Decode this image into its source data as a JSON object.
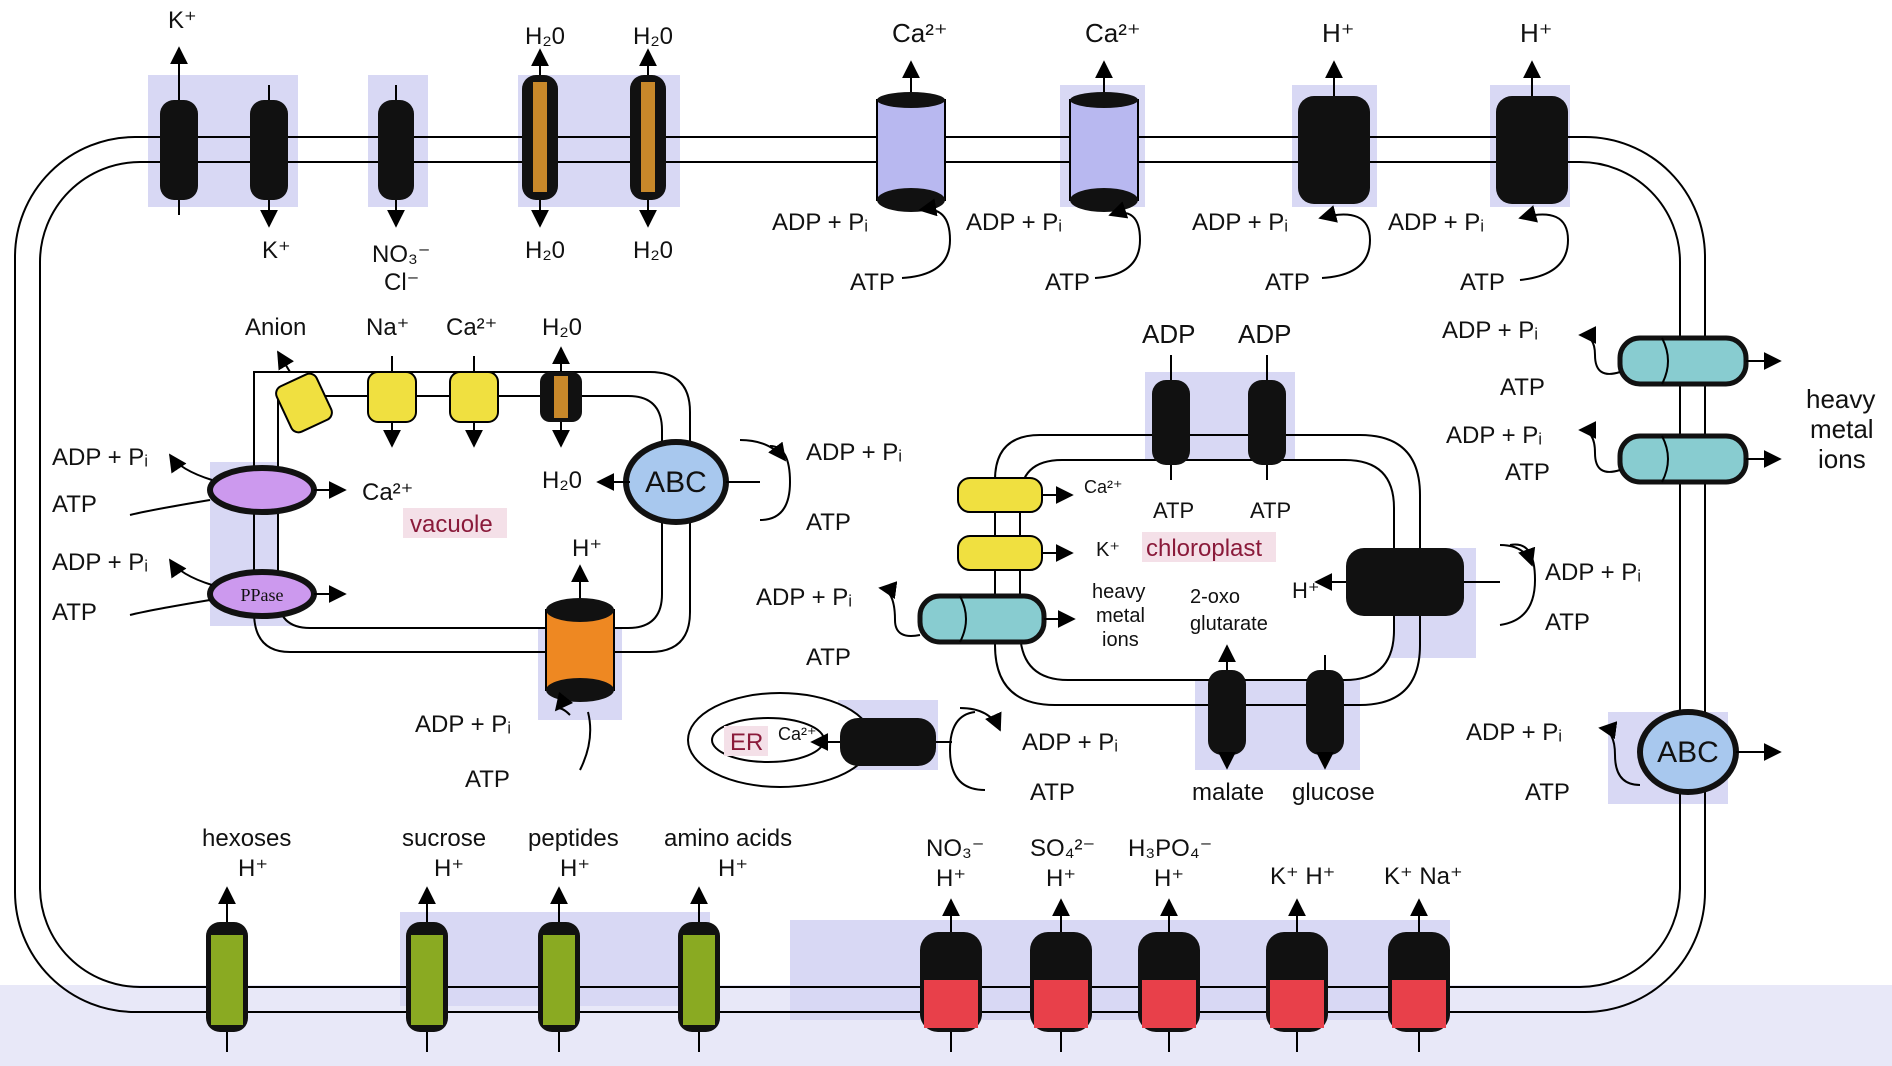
{
  "membrane_labels": {
    "k_out": "K⁺",
    "k_in": "K⁺",
    "no3_in": "NO₃⁻",
    "cl_in": "Cl⁻",
    "h2o_1_top": "H₂0",
    "h2o_1_bottom": "H₂0",
    "h2o_2_top": "H₂0",
    "h2o_2_bottom": "H₂0",
    "ca_1": "Ca²⁺",
    "ca_2": "Ca²⁺",
    "h_1": "H⁺",
    "h_2": "H⁺"
  },
  "atpase": {
    "adp_pi": "ADP + Pᵢ",
    "atp": "ATP",
    "adp": "ADP"
  },
  "vacuole": {
    "name": "vacuole",
    "anion": "Anion",
    "na": "Na⁺",
    "ca_top": "Ca²⁺",
    "h2o_top": "H₂0",
    "h2o_side": "H₂0",
    "ca_side": "Ca²⁺",
    "abc": "ABC",
    "ppase": "PPase",
    "h": "H⁺"
  },
  "chloroplast": {
    "name": "chloroplast",
    "ca": "Ca²⁺",
    "k": "K⁺",
    "heavy_metal": [
      "heavy",
      "metal",
      "ions"
    ],
    "oxoglutarate": [
      "2-oxo",
      "glutarate"
    ],
    "h": "H⁺",
    "malate": "malate",
    "glucose": "glucose"
  },
  "er": {
    "name": "ER",
    "ca": "Ca²⁺"
  },
  "plasma_right": {
    "heavy_metal": [
      "heavy",
      "metal",
      "ions"
    ],
    "abc": "ABC"
  },
  "symporters": [
    {
      "top": "hexoses",
      "bottom": "H⁺"
    },
    {
      "top": "sucrose",
      "bottom": "H⁺"
    },
    {
      "top": "peptides",
      "bottom": "H⁺"
    },
    {
      "top": "amino acids",
      "bottom": "H⁺"
    },
    {
      "top": "NO₃⁻",
      "bottom": "H⁺"
    },
    {
      "top": "SO₄²⁻",
      "bottom": "H⁺"
    },
    {
      "top": "H₃PO₄⁻",
      "bottom": "H⁺"
    },
    {
      "top": "K⁺ H⁺",
      "bottom": ""
    },
    {
      "top": "K⁺ Na⁺",
      "bottom": ""
    }
  ],
  "colors": {
    "water_channel": "#c8882a",
    "ca_pump": "#b8b8f0",
    "vacuole_channel": "#f0e040",
    "ppase": "#cc99ee",
    "h_pump_vacuole": "#ee8822",
    "heavy_metal": "#88ccd0",
    "sugar_symporter": "#8aaa22",
    "ion_symporter": "#e8404a",
    "highlight": "#d8d8f4",
    "label_highlight": "#f4e0e8"
  }
}
